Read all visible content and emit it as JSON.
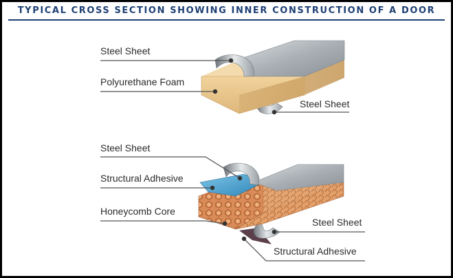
{
  "title": "TYPICAL CROSS SECTION SHOWING INNER CONSTRUCTION OF A DOOR",
  "colors": {
    "title": "#1d3f73",
    "steel": "#b9bec2",
    "foam": "#e9c98f",
    "honeycomb": "#d98c57",
    "adhesive_top": "#4aa3d2",
    "adhesive_bottom": "#5b3f4b",
    "leader": "#555555"
  },
  "diagram_top": {
    "labels": {
      "steel_sheet_top": "Steel Sheet",
      "foam": "Polyurethane Foam",
      "steel_sheet_bottom": "Steel Sheet"
    }
  },
  "diagram_bottom": {
    "labels": {
      "steel_sheet_top": "Steel Sheet",
      "adhesive_top": "Structural Adhesive",
      "honeycomb": "Honeycomb Core",
      "steel_sheet_bottom": "Steel Sheet",
      "adhesive_bottom": "Structural Adhesive"
    }
  }
}
